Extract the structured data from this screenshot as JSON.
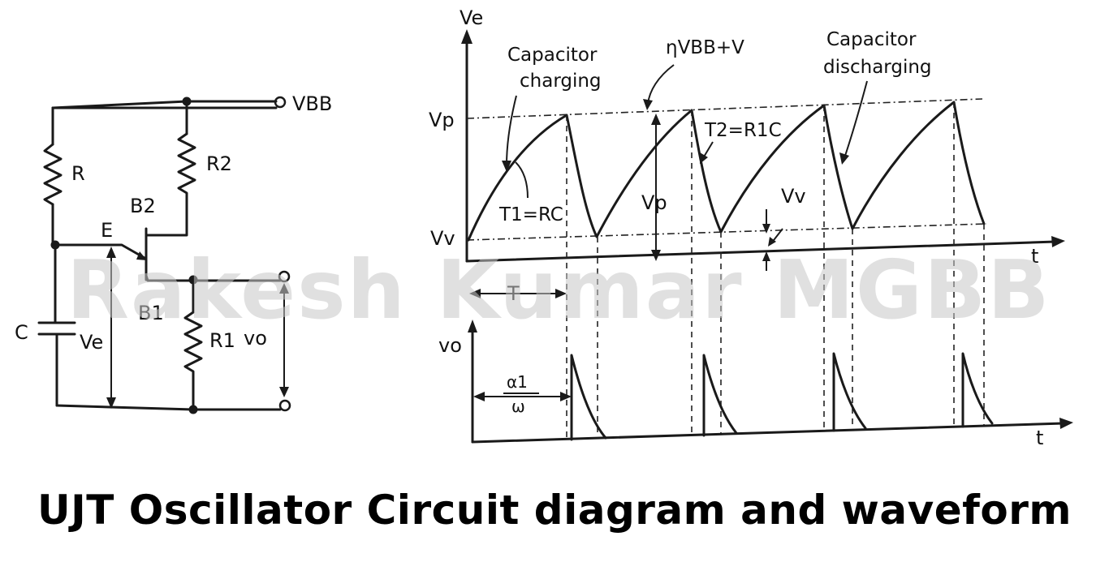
{
  "circuit": {
    "vbb": "VBB",
    "r": "R",
    "r2": "R2",
    "r1": "R1",
    "c": "C",
    "b2": "B2",
    "b1": "B1",
    "e": "E",
    "ve": "Ve",
    "vo": "vo"
  },
  "waveform": {
    "ve_axis": "Ve",
    "vo_axis": "vo",
    "t_axis_top": "t",
    "t_axis_bottom": "t",
    "vp": "Vp",
    "vv": "Vv",
    "vp_mid": "Vp",
    "vv_mid": "Vv",
    "charging": [
      "Capacitor",
      "charging"
    ],
    "discharging": [
      "Capacitor",
      "discharging"
    ],
    "peak": "ηVBB+V",
    "t1": "T1=RC",
    "t2": "T2=R1C",
    "period": "T",
    "alpha_num": "α1",
    "alpha_den": "ω"
  },
  "watermark": "Rakesh Kumar MGBB",
  "caption": "UJT Oscillator Circuit diagram and waveform",
  "colors": {
    "ink": "#1a1a1a",
    "watermark": "#c8c8c8",
    "background": "#ffffff"
  }
}
